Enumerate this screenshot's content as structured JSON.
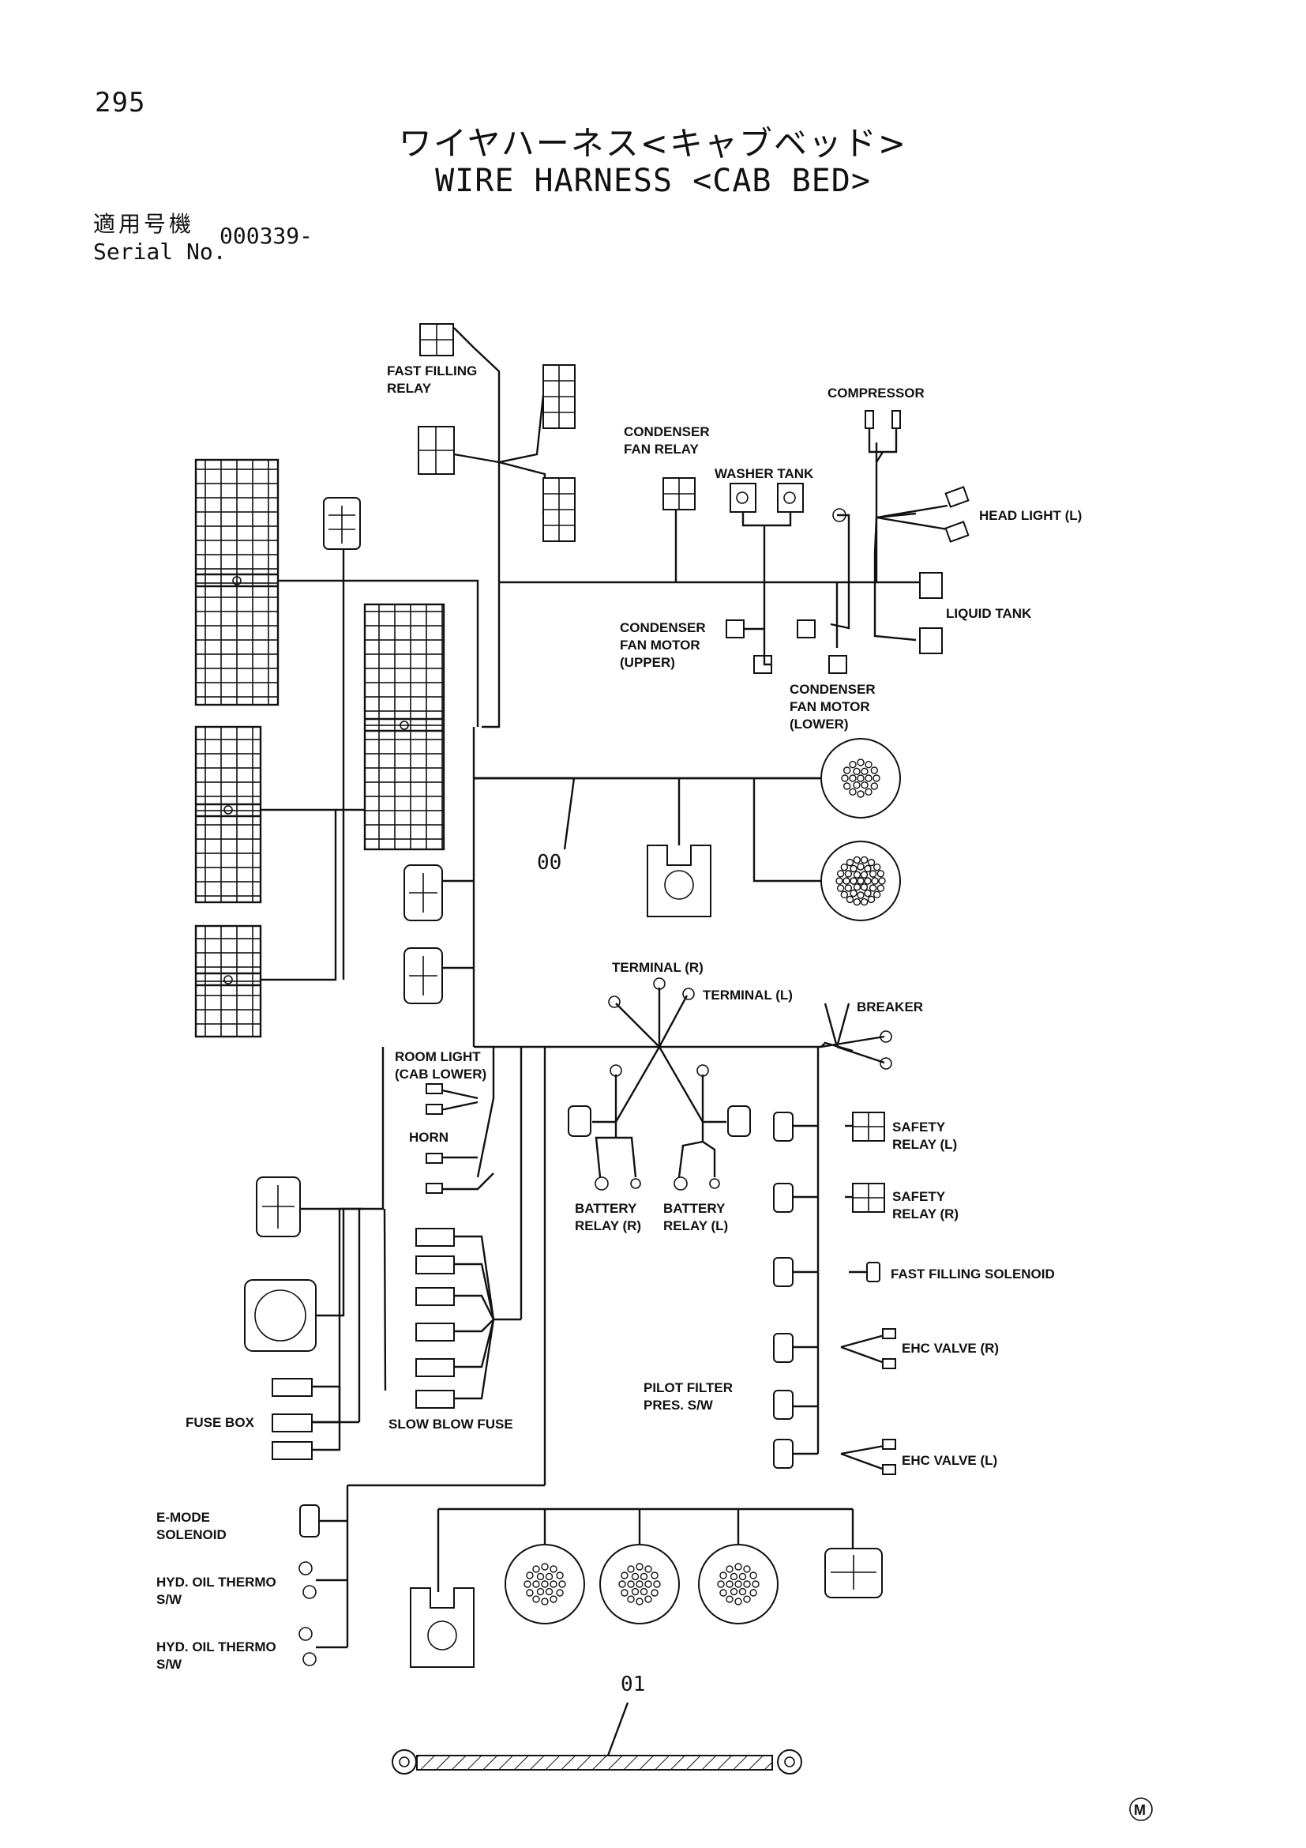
{
  "header": {
    "page_number": "295",
    "title_jp": "ワイヤハーネス<キャブベッド>",
    "title_en": "WIRE HARNESS <CAB BED>",
    "serial_label_jp": "適用号機",
    "serial_label_en": "Serial No.",
    "serial_value": "000339-"
  },
  "labels": {
    "fast_filling_relay_1": "FAST FILLING",
    "fast_filling_relay_2": "RELAY",
    "compressor": "COMPRESSOR",
    "condenser_fan_relay_1": "CONDENSER",
    "condenser_fan_relay_2": "FAN RELAY",
    "washer_tank": "WASHER TANK",
    "head_light_l": "HEAD LIGHT (L)",
    "liquid_tank": "LIQUID TANK",
    "cfm_upper_1": "CONDENSER",
    "cfm_upper_2": "FAN MOTOR",
    "cfm_upper_3": "(UPPER)",
    "cfm_lower_1": "CONDENSER",
    "cfm_lower_2": "FAN MOTOR",
    "cfm_lower_3": "(LOWER)",
    "terminal_r": "TERMINAL (R)",
    "terminal_l": "TERMINAL (L)",
    "breaker": "BREAKER",
    "room_light_1": "ROOM LIGHT",
    "room_light_2": "(CAB LOWER)",
    "horn": "HORN",
    "safety_relay_l_1": "SAFETY",
    "safety_relay_l_2": "RELAY (L)",
    "safety_relay_r_1": "SAFETY",
    "safety_relay_r_2": "RELAY (R)",
    "battery_relay_r_1": "BATTERY",
    "battery_relay_r_2": "RELAY (R)",
    "battery_relay_l_1": "BATTERY",
    "battery_relay_l_2": "RELAY (L)",
    "fast_filling_solenoid": "FAST FILLING SOLENOID",
    "ehc_valve_r": "EHC VALVE (R)",
    "pilot_filter_1": "PILOT FILTER",
    "pilot_filter_2": "PRES. S/W",
    "ehc_valve_l": "EHC VALVE (L)",
    "fuse_box": "FUSE BOX",
    "slow_blow_fuse": "SLOW BLOW FUSE",
    "e_mode_1": "E-MODE",
    "e_mode_2": "SOLENOID",
    "hyd_oil_1a": "HYD. OIL THERMO",
    "hyd_oil_1b": "S/W",
    "hyd_oil_2a": "HYD. OIL THERMO",
    "hyd_oil_2b": "S/W",
    "part_00": "00",
    "part_01": "01",
    "mark": "M"
  }
}
